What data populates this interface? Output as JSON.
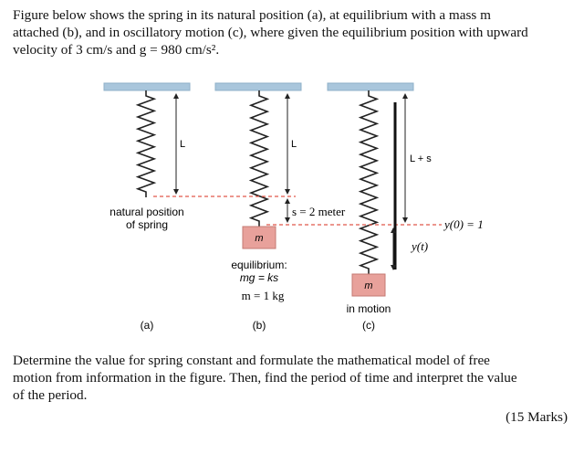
{
  "intro": {
    "line1": "Figure below shows the spring in its natural position (a), at equilibrium with a mass m",
    "line2": "attached (b), and in oscillatory motion (c), where given the equilibrium position with upward",
    "line3": "velocity of 3 cm/s and g = 980 cm/s²."
  },
  "figure": {
    "label_L_a": "L",
    "label_L_b": "L",
    "label_Ls": "L + s",
    "natural_1": "natural position",
    "natural_2": "of spring",
    "s_label": "s = 2 meter",
    "y0_label": "y(0) = 1",
    "yt_label": "y(t)",
    "mass_b": "m",
    "mass_c": "m",
    "equil_1": "equilibrium:",
    "equil_2": "mg = ks",
    "equil_3": "m = 1 kg",
    "in_motion": "in motion",
    "cap_a": "(a)",
    "cap_b": "(b)",
    "cap_c": "(c)"
  },
  "question": {
    "line1": "Determine the value for spring constant and formulate the mathematical model of free",
    "line2": "motion from information in the figure. Then, find the period of time and interpret the value",
    "line3": "of the period."
  },
  "marks": "(15 Marks)",
  "colors": {
    "ceiling": "#a9c6dc",
    "ceiling_border": "#8fb0c8",
    "mass": "#e8a19b",
    "mass_border": "#c47a73",
    "dashed": "#e0584a"
  }
}
